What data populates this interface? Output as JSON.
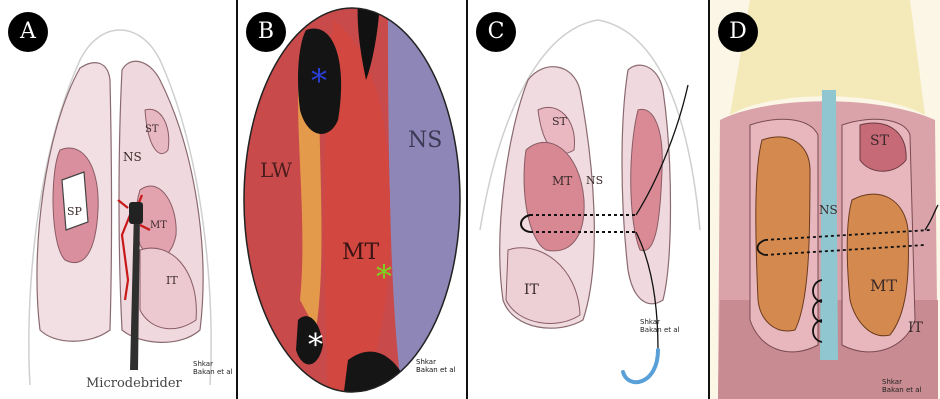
{
  "panels": [
    {
      "letter": "A",
      "labels": {
        "sp": "SP",
        "st": "ST",
        "ns": "NS",
        "mt": "MT",
        "it": "IT",
        "instrument": "Microdebrider"
      },
      "signature": "Shkar\nBakan et al"
    },
    {
      "letter": "B",
      "labels": {
        "lw": "LW",
        "mt": "MT",
        "ns": "NS"
      },
      "markers": [
        {
          "symbol": "*",
          "color": "#2a3fd6"
        },
        {
          "symbol": "*",
          "color": "#7ed321"
        },
        {
          "symbol": "*",
          "color": "#ffffff"
        }
      ],
      "signature": "Shkar\nBakan et al"
    },
    {
      "letter": "C",
      "labels": {
        "st": "ST",
        "mt": "MT",
        "ns": "NS",
        "it": "IT"
      },
      "signature": "Shkar\nBakan et al"
    },
    {
      "letter": "D",
      "labels": {
        "st": "ST",
        "ns": "NS",
        "mt": "MT",
        "it": "IT"
      },
      "signature": "Shkar\nBakan et al"
    }
  ]
}
